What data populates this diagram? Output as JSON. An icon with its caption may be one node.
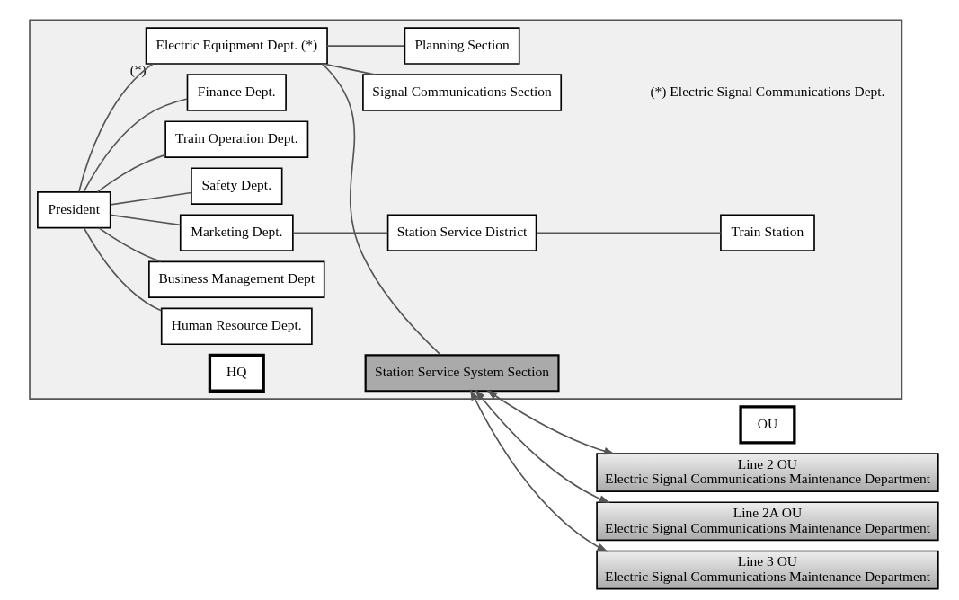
{
  "diagram": {
    "nodes": [
      {
        "text": [],
        "shape": "box"
      },
      {
        "text": [
          "President"
        ],
        "in": 0
      },
      {
        "text": [
          "HQ"
        ],
        "in": 0
      },
      {
        "text": [
          "Human Resource Dept."
        ],
        "in": 0
      },
      {
        "text": [
          "Business Management Dept"
        ],
        "in": 0
      },
      {
        "text": [
          "Marketing Dept."
        ],
        "in": 0
      },
      {
        "text": [
          "Station Service District"
        ],
        "in": 0
      },
      {
        "text": [
          "Safety Dept."
        ],
        "in": 0
      },
      {
        "text": [
          "Train Station"
        ],
        "in": 0
      },
      {
        "text": [
          "Train Operation Dept."
        ],
        "in": 0
      },
      {
        "text": [
          "Finance Dept."
        ],
        "in": 0
      },
      {
        "text": [
          "Electric Equipment Dept. (*)"
        ],
        "beside": [
          "(*)"
        ],
        "in": 0
      },
      {
        "text": [
          "Planning Section"
        ],
        "in": 0
      },
      {
        "text": [
          "Station Service System Section"
        ],
        "in": 0
      },
      {
        "text": [
          "Signal Communications Section"
        ],
        "in": 0
      },
      {
        "text": [
          "OU"
        ]
      },
      {
        "text": [
          "Line 2 OU",
          "Electric Signal Communications Maintenance Department"
        ]
      },
      {
        "text": [
          "Line 2A OU",
          "Electric Signal Communications Maintenance Department"
        ]
      },
      {
        "text": [
          "Line 3 OU",
          "Electric Signal Communications Maintenance Department"
        ]
      }
    ],
    "edges": [
      {
        "from": 1,
        "to": 3,
        "arrow": "none"
      },
      {
        "from": 1,
        "to": 4,
        "arrow": "none"
      },
      {
        "from": 1,
        "to": 5,
        "arrow": "none"
      },
      {
        "from": 1,
        "to": 7,
        "arrow": "none"
      },
      {
        "from": 1,
        "to": 9,
        "arrow": "none"
      },
      {
        "from": 1,
        "to": 10,
        "arrow": "none"
      },
      {
        "from": 1,
        "to": 11,
        "arrow": "none"
      },
      {
        "from": 5,
        "to": 6,
        "arrow": "none"
      },
      {
        "from": 6,
        "to": 8,
        "arrow": "none"
      },
      {
        "from": 11,
        "to": 12,
        "arrow": "none"
      },
      {
        "from": 11,
        "to": 13,
        "arrow": "none"
      },
      {
        "from": 11,
        "to": 14,
        "arrow": "none"
      },
      {
        "from": 13,
        "to": 16,
        "arrow": "both"
      },
      {
        "from": 13,
        "to": 17,
        "arrow": "both"
      },
      {
        "from": 13,
        "to": 18,
        "arrow": "both"
      }
    ],
    "labels": [
      "(*) Electric Signal Communications Dept."
    ]
  }
}
